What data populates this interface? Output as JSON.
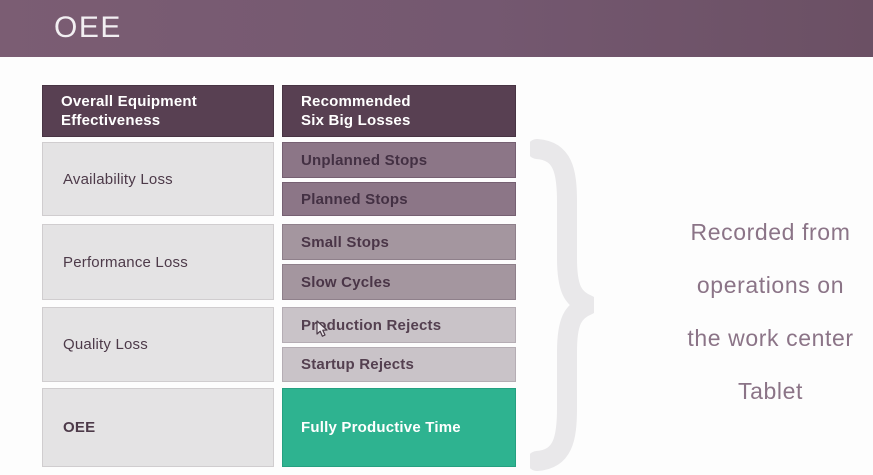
{
  "slide": {
    "title": "OEE"
  },
  "table": {
    "headers": [
      {
        "lines": [
          "Overall Equipment",
          "Effectiveness"
        ]
      },
      {
        "lines": [
          "Recommended",
          "Six Big Losses"
        ]
      }
    ],
    "groups": [
      {
        "category": "Availability Loss",
        "losses": [
          "Unplanned Stops",
          "Planned Stops"
        ]
      },
      {
        "category": "Performance Loss",
        "losses": [
          "Small Stops",
          "Slow Cycles"
        ]
      },
      {
        "category": "Quality Loss",
        "losses": [
          "Production Rejects",
          "Startup Rejects"
        ]
      },
      {
        "category": "OEE",
        "losses": [
          "Fully Productive Time"
        ]
      }
    ]
  },
  "annotation": {
    "lines": [
      "Recorded from",
      "operations on",
      "the work center",
      "Tablet"
    ]
  },
  "icons": {
    "brace": "right-curly-brace",
    "cursor": "mouse-arrow-cursor"
  },
  "colors": {
    "topbar_left": "#7b5d73",
    "topbar_right": "#6b5064",
    "table_header_bg": "#584052",
    "category_bg": "#e4e3e4",
    "loss_row1_bg": "#8c7687",
    "loss_row2_bg": "#a4969f",
    "loss_row3_bg": "#c9c3c8",
    "productive_bg": "#2eb390",
    "annotation_text": "#8b7487",
    "brace_gray": "#e9e8ea",
    "dark_text": "#4d3a49"
  }
}
